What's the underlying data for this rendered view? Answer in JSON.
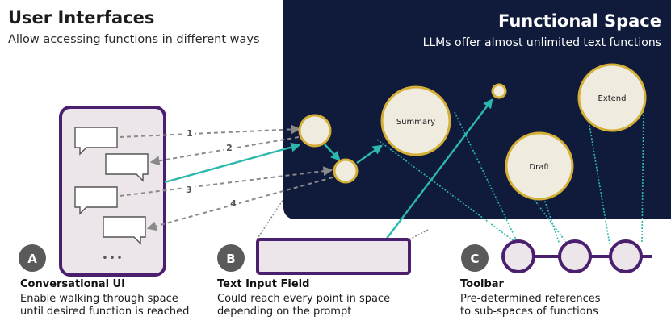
{
  "left_header": {
    "title": "User Interfaces",
    "subtitle": "Allow accessing functions in different ways"
  },
  "right_header": {
    "title": "Functional Space",
    "subtitle": "LLMs offer almost unlimited text functions"
  },
  "nodes": {
    "summary": "Summary",
    "extend": "Extend",
    "draft": "Draft"
  },
  "steps": [
    "1",
    "2",
    "3",
    "4"
  ],
  "sections": [
    {
      "marker": "A",
      "title": "Conversational UI",
      "lines": [
        "Enable walking through space",
        "until desired function is reached"
      ]
    },
    {
      "marker": "B",
      "title": "Text Input Field",
      "lines": [
        "Could reach every point in space",
        "depending on the prompt"
      ]
    },
    {
      "marker": "C",
      "title": "Toolbar",
      "lines": [
        "Pre-determined references",
        "to sub-spaces of functions"
      ]
    }
  ],
  "ellipsis": "•••",
  "colors": {
    "dark_panel": "#101a3a",
    "ui_frame": "#4a1f6e",
    "ui_fill": "#ece5ea",
    "node_fill": "#f0ebdf",
    "node_border": "#d4af37",
    "teal": "#2cb8ac",
    "marker": "#5a5a5a"
  }
}
